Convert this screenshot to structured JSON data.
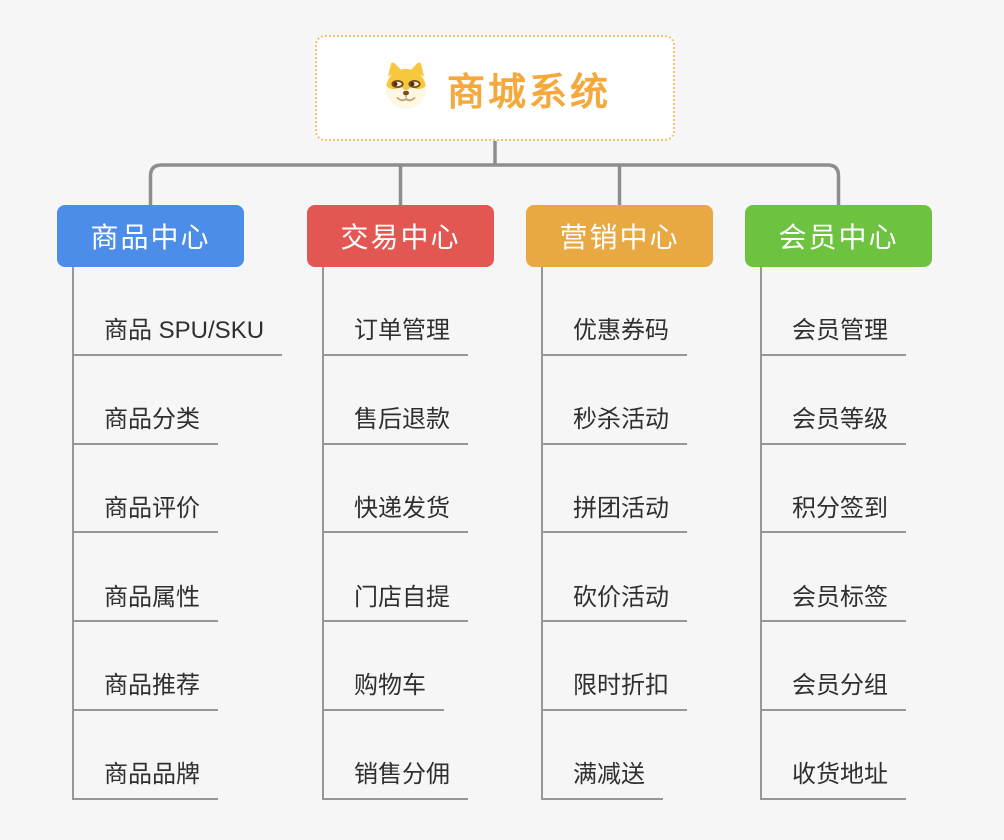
{
  "root": {
    "label": "商城系统",
    "icon": "shiba-dog-icon"
  },
  "branches": [
    {
      "key": "product-center",
      "label": "商品中心",
      "color": "#4B8DE8",
      "children": [
        "商品 SPU/SKU",
        "商品分类",
        "商品评价",
        "商品属性",
        "商品推荐",
        "商品品牌"
      ]
    },
    {
      "key": "trade-center",
      "label": "交易中心",
      "color": "#E25752",
      "children": [
        "订单管理",
        "售后退款",
        "快递发货",
        "门店自提",
        "购物车",
        "销售分佣"
      ]
    },
    {
      "key": "marketing-center",
      "label": "营销中心",
      "color": "#E8A942",
      "children": [
        "优惠券码",
        "秒杀活动",
        "拼团活动",
        "砍价活动",
        "限时折扣",
        "满减送"
      ]
    },
    {
      "key": "member-center",
      "label": "会员中心",
      "color": "#6DC23F",
      "children": [
        "会员管理",
        "会员等级",
        "积分签到",
        "会员标签",
        "会员分组",
        "收货地址"
      ]
    }
  ],
  "colors": {
    "background": "#F6F6F6",
    "connector": "#8D8D8D",
    "leaf_line": "#979797",
    "leaf_text": "#2F2F2F",
    "root_border": "#F5BE6B",
    "root_text": "#F5A93D",
    "branch_text": "#FFFFFF",
    "dog_yellow": "#F7C83D",
    "dog_cream": "#FEF7E3",
    "dog_brown": "#7A4A1E"
  }
}
